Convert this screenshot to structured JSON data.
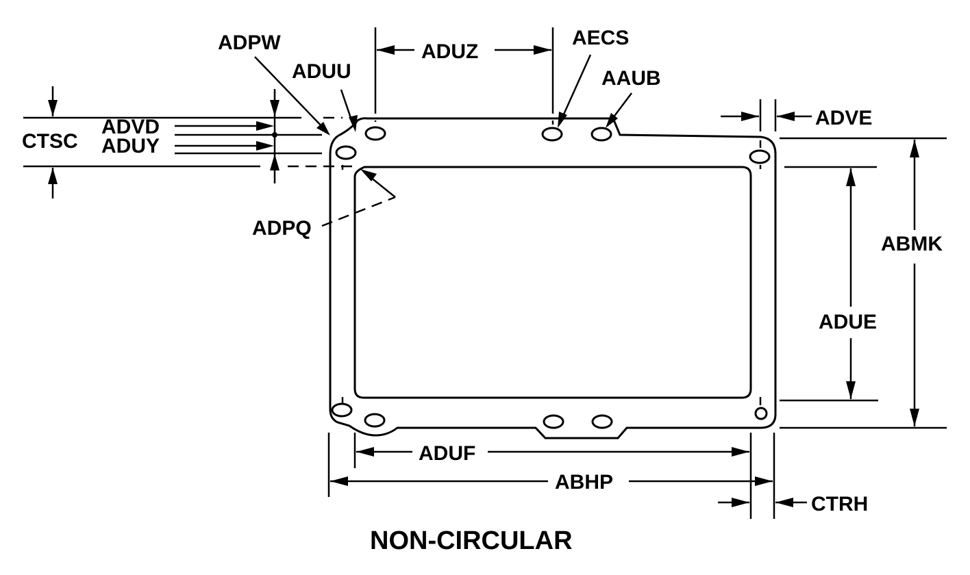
{
  "caption": "NON-CIRCULAR",
  "labels": {
    "adpw": "ADPW",
    "aduu": "ADUU",
    "aduz": "ADUZ",
    "aecs": "AECS",
    "aaub": "AAUB",
    "adve": "ADVE",
    "ctsc": "CTSC",
    "advd": "ADVD",
    "aduy": "ADUY",
    "adpq": "ADPQ",
    "abmk": "ABMK",
    "adue": "ADUE",
    "aduf": "ADUF",
    "abhp": "ABHP",
    "ctrh": "CTRH"
  },
  "colors": {
    "ink": "#000000",
    "paper": "#ffffff"
  }
}
